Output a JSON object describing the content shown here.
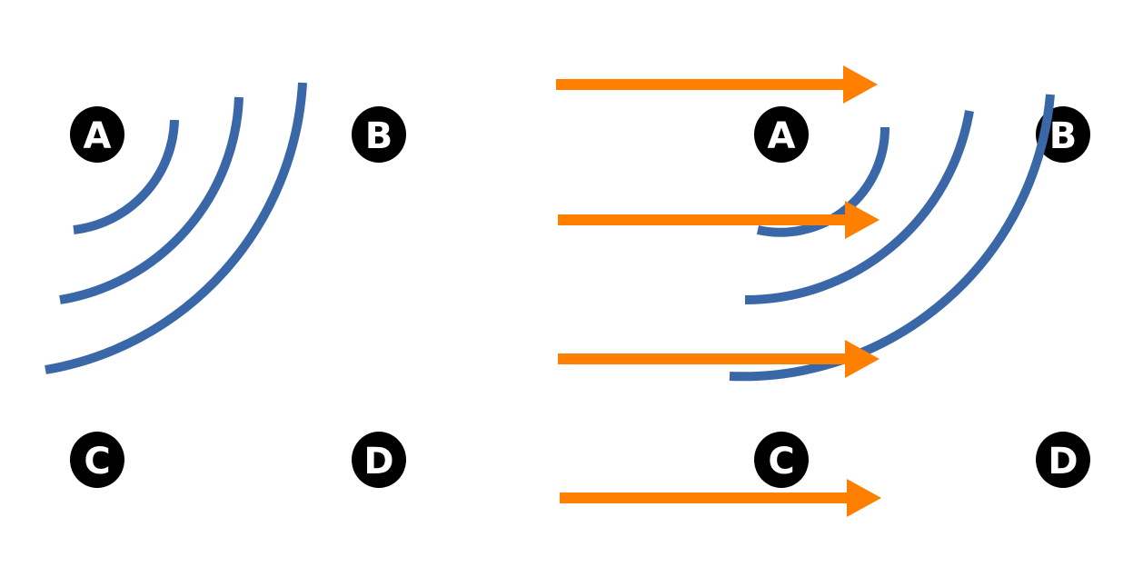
{
  "colors": {
    "wave": "#3a67a8",
    "arrow": "#ff8000",
    "node_fill": "#000000",
    "node_text": "#ffffff",
    "background": "#ffffff"
  },
  "left_panel": {
    "nodes": {
      "a": "A",
      "b": "B",
      "c": "C",
      "d": "D"
    }
  },
  "right_panel": {
    "nodes": {
      "a": "A",
      "b": "B",
      "c": "C",
      "d": "D"
    }
  }
}
